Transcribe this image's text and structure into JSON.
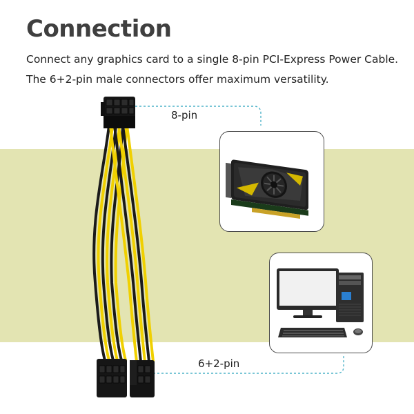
{
  "heading": "Connection",
  "description": {
    "line1": "Connect any graphics card to a single 8-pin PCI-Express Power Cable.",
    "line2": "The 6+2-pin male connectors offer maximum versatility."
  },
  "callouts": {
    "top_label": "8-pin",
    "bottom_label": "6+2-pin"
  },
  "images": {
    "top": "graphics-card-icon",
    "bottom": "desktop-computer-icon"
  },
  "colors": {
    "band": "#e3e4b2",
    "wire_yellow": "#f0d000",
    "wire_black": "#1a1a1a",
    "callout_line": "#4fb3c9",
    "title": "#3f3f3f"
  }
}
